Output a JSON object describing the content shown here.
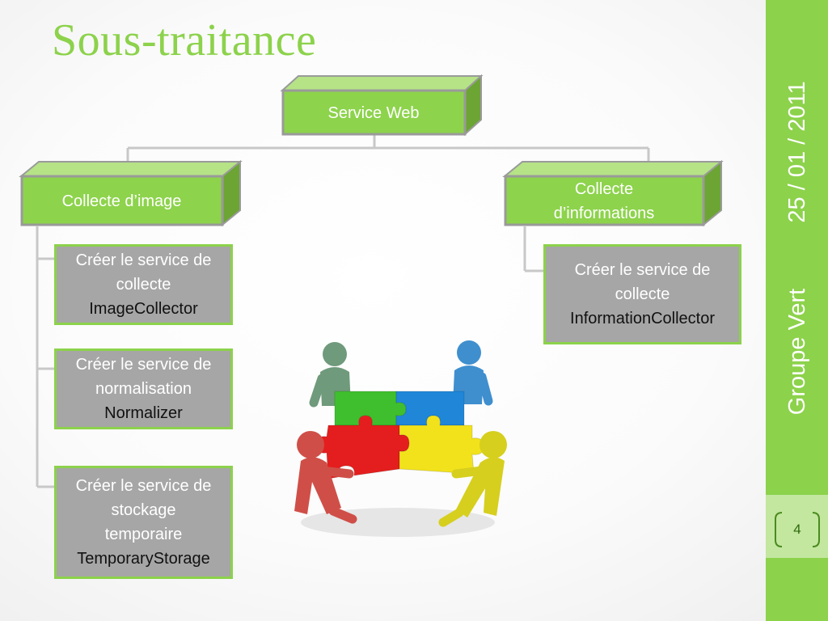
{
  "slide": {
    "title": "Sous-traitance",
    "date": "25 / 01 / 2011",
    "group": "Groupe Vert",
    "page_number": "4"
  },
  "diagram": {
    "root": {
      "label": "Service Web"
    },
    "branches": [
      {
        "label": "Collecte d’image",
        "tasks": [
          {
            "line1": "Créer le service de",
            "line2": "collecte",
            "code": "ImageCollector"
          },
          {
            "line1": "Créer le service de",
            "line2": "normalisation",
            "code": "Normalizer"
          },
          {
            "line1": "Créer le service de",
            "line2": "stockage",
            "line3": "temporaire",
            "code": "TemporaryStorage"
          }
        ]
      },
      {
        "label_line1": "Collecte",
        "label_line2": "d’informations",
        "tasks": [
          {
            "line1": "Créer le service de",
            "line2": "collecte",
            "code": "InformationCollector"
          }
        ]
      }
    ]
  },
  "colors": {
    "accent_green": "#8cd24b",
    "box_green": "#8dd34c",
    "box_side": "#6ca533",
    "box_top": "#b5e386",
    "task_grey": "#a6a6a6",
    "connector_grey": "#c8c8c8"
  },
  "illustration": {
    "icon": "puzzle-team-icon"
  }
}
